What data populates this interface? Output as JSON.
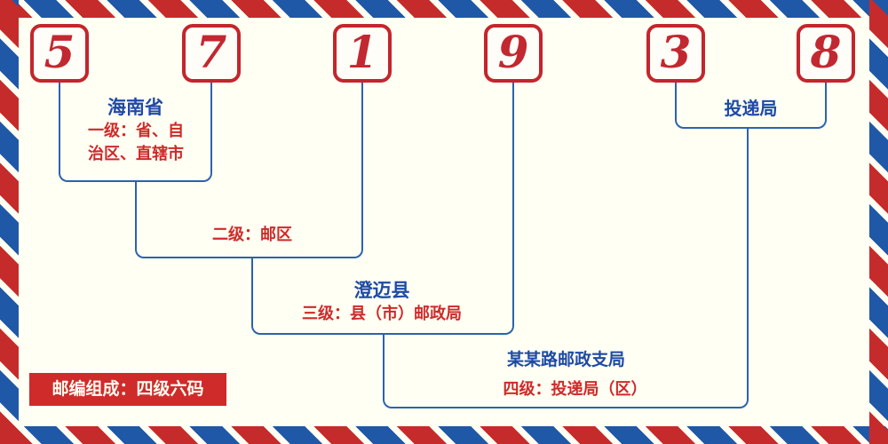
{
  "postal_code": {
    "digits": [
      "5",
      "7",
      "1",
      "9",
      "3",
      "8"
    ]
  },
  "annotations": {
    "level1": {
      "place": "海南省",
      "label": "一级：省、自治区、直辖市"
    },
    "level2": {
      "label": "二级：邮区"
    },
    "level3": {
      "place": "澄迈县",
      "label": "三级：县（市）邮政局"
    },
    "level4": {
      "place": "某某路邮政支局",
      "label": "四级：投递局（区）"
    },
    "delivery": {
      "place": "投递局"
    }
  },
  "footer": {
    "badge": "邮编组成：四级六码"
  },
  "colors": {
    "red": "#c62b2b",
    "blue": "#2b63ae",
    "background": "#fffff3"
  }
}
